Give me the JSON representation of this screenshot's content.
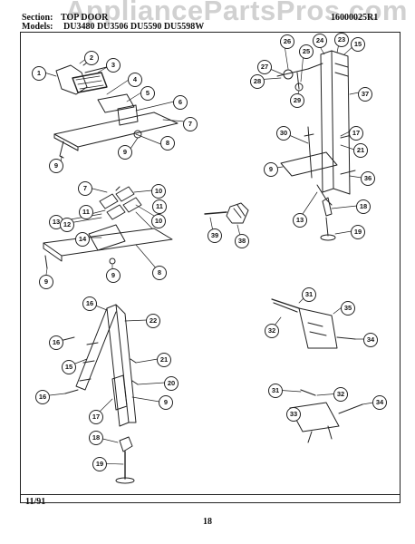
{
  "watermark": "AppliancePartsPros.com",
  "header": {
    "section_label": "Section:",
    "section_value": "TOP DOOR",
    "model_label": "Models:",
    "model_values": "DU3480  DU3506  DU5590  DU5598W",
    "ref_code": "16000025R1"
  },
  "footer": {
    "date": "11/91",
    "page_number": "18"
  },
  "callout_labels": {
    "c1": "1",
    "c2": "2",
    "c3": "3",
    "c4": "4",
    "c5": "5",
    "c6": "6",
    "c7": "7",
    "c8": "8",
    "c9": "9",
    "c9b": "9",
    "c7b": "7",
    "c10": "10",
    "c11": "11",
    "c11b": "11",
    "c10b": "10",
    "c13": "13",
    "c12": "12",
    "c14": "14",
    "c9c": "9",
    "c8b": "8",
    "c9d": "9",
    "c23": "23",
    "c26": "26",
    "c25": "25",
    "c24": "24",
    "c15": "15",
    "c27": "27",
    "c28": "28",
    "c29": "29",
    "c37": "37",
    "c30": "30",
    "c17": "17",
    "c21": "21",
    "c9e": "9",
    "c36": "36",
    "c18": "18",
    "c13b": "13",
    "c19": "19",
    "c39": "39",
    "c38": "38",
    "c16": "16",
    "c22": "22",
    "c16b": "16",
    "c15b": "15",
    "c21b": "21",
    "c20": "20",
    "c16c": "16",
    "c17b": "17",
    "c9f": "9",
    "c18b": "18",
    "c19b": "19",
    "c31": "31",
    "c35": "35",
    "c32": "32",
    "c34": "34",
    "c31b": "31",
    "c32b": "32",
    "c34b": "34",
    "c33": "33"
  }
}
